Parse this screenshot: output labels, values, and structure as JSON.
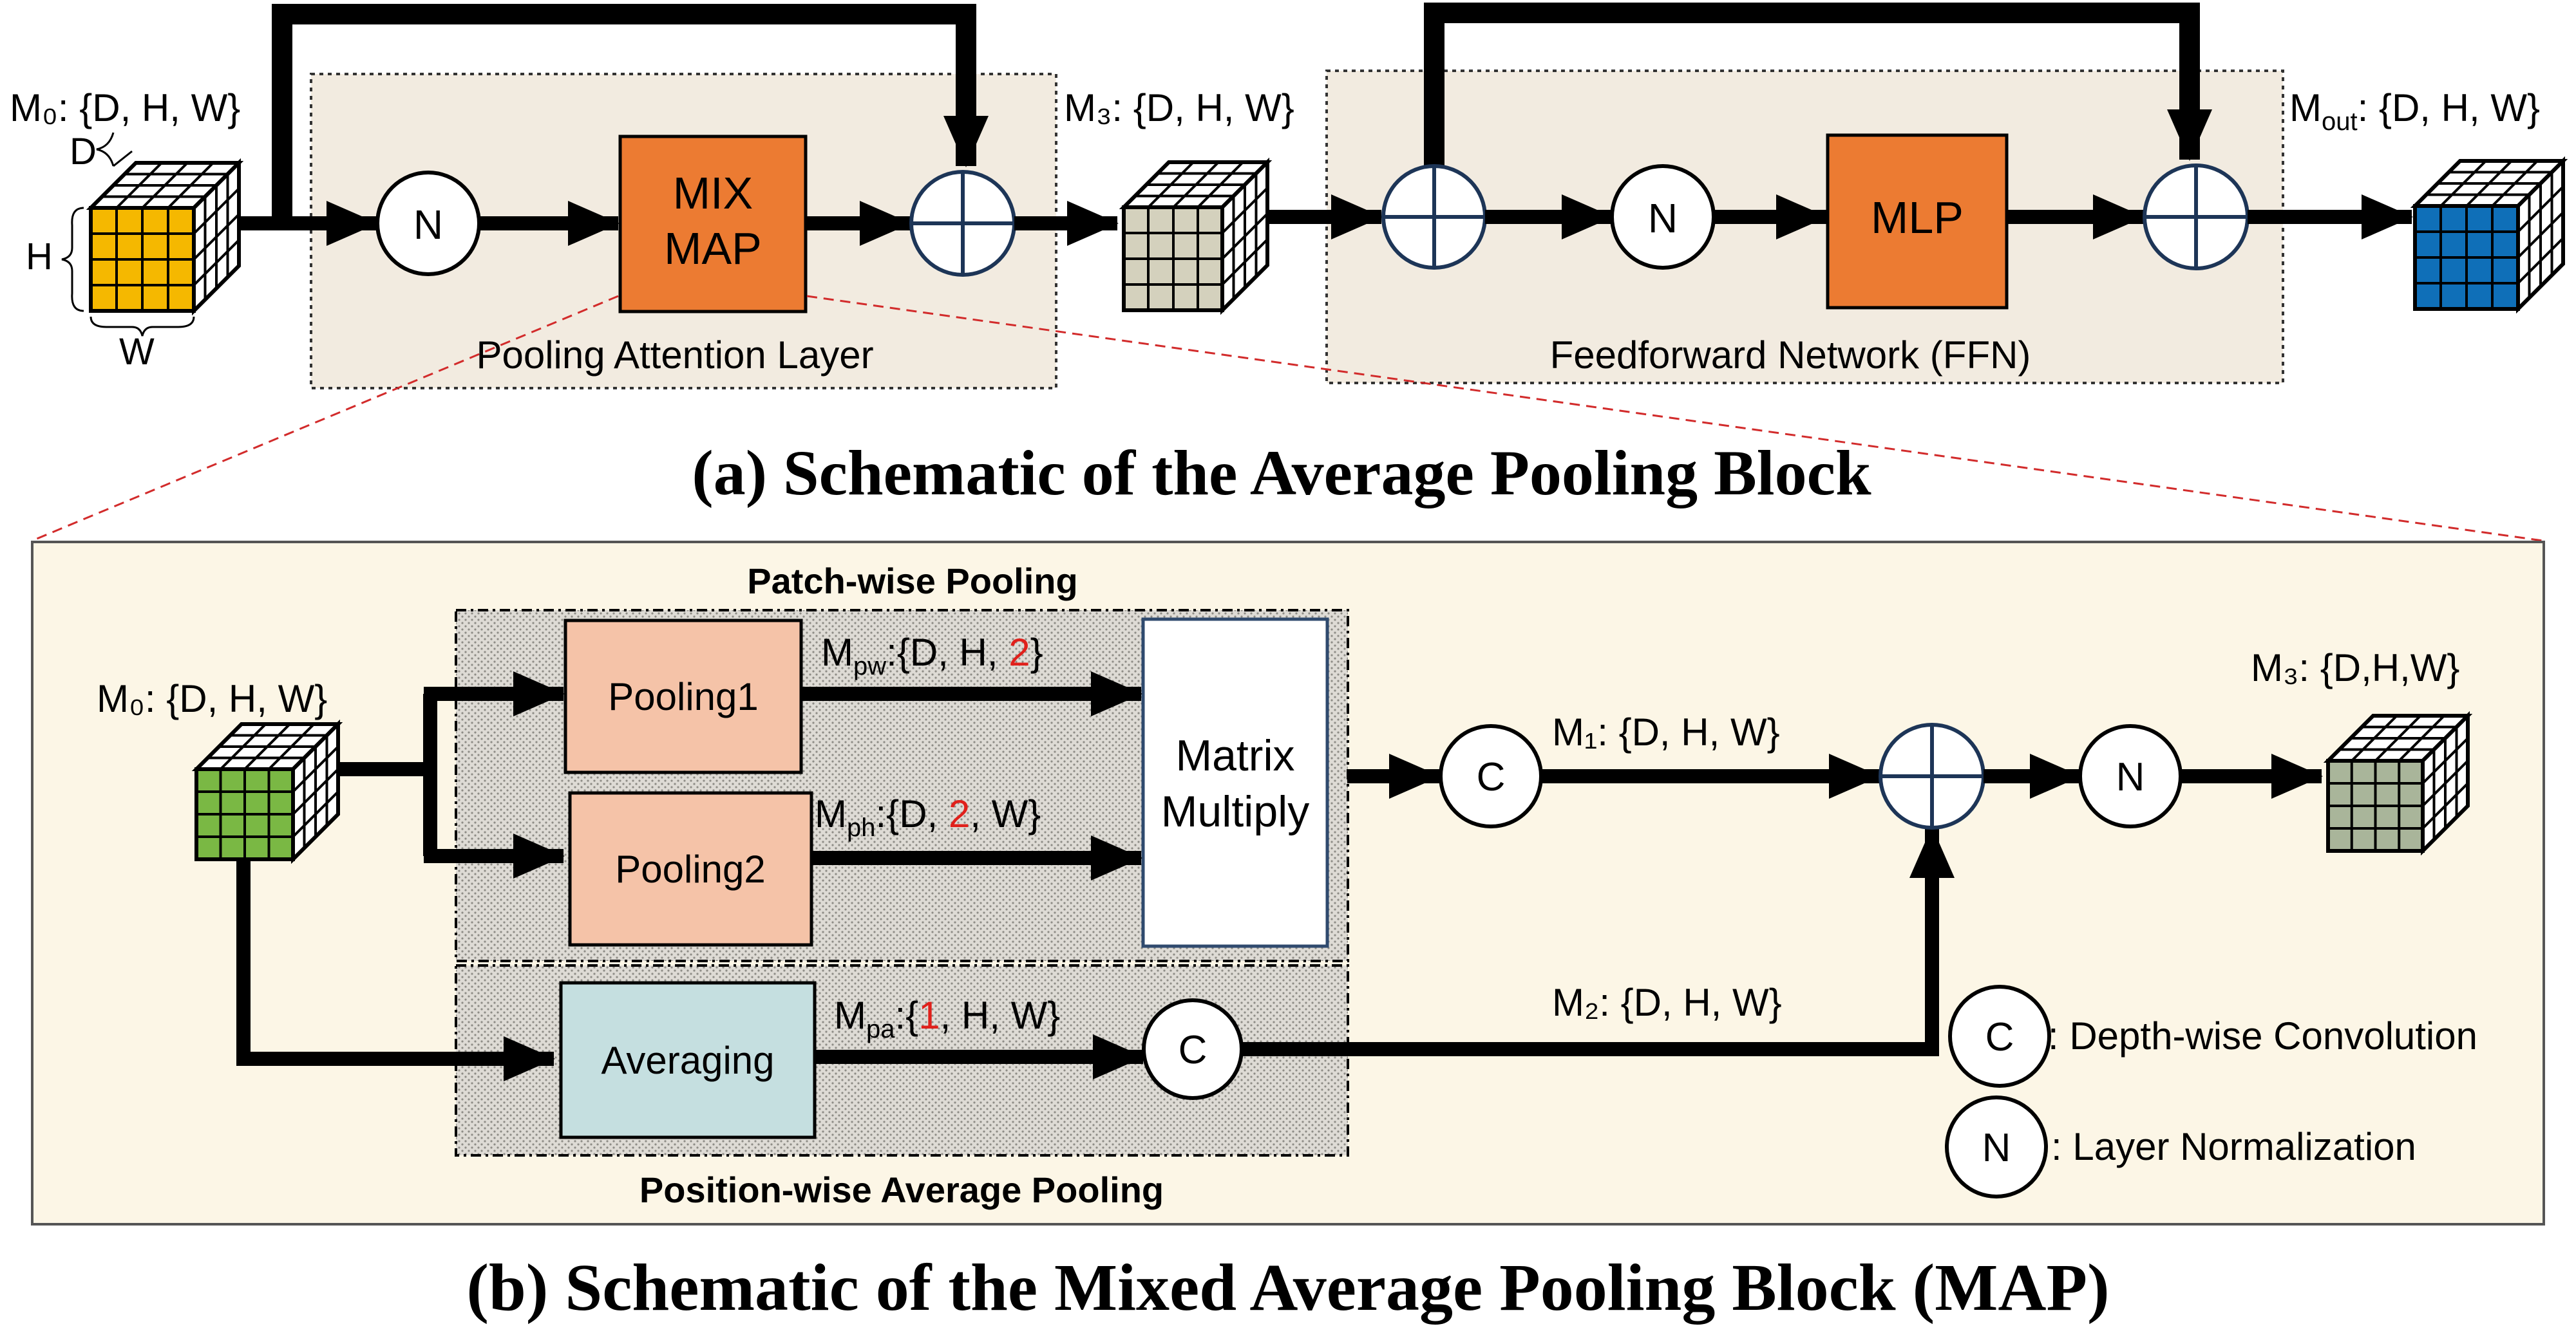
{
  "panel_a": {
    "title": "(a) Schematic of the Average Pooling Block",
    "input_label": "M₀: {D, H, W}",
    "axis_d": "D",
    "axis_h": "H",
    "axis_w": "W",
    "norm_symbol": "N",
    "mixmap_line1": "MIX",
    "mixmap_line2": "MAP",
    "pooling_attention_label": "Pooling Attention Layer",
    "m3_label": "M₃: {D, H, W}",
    "mlp_label": "MLP",
    "ffn_label": "Feedforward Network (FFN)",
    "out_label_prefix": "M",
    "out_label_sub": "out",
    "out_label_suffix": ": {D, H, W}"
  },
  "panel_b": {
    "title": "(b) Schematic of the Mixed Average Pooling Block (MAP)",
    "input_label": "M₀: {D, H, W}",
    "patch_group_label": "Patch-wise Pooling",
    "position_group_label": "Position-wise Average Pooling",
    "pooling1": "Pooling1",
    "pooling2": "Pooling2",
    "averaging": "Averaging",
    "matrix_line1": "Matrix",
    "matrix_line2": "Multiply",
    "mpw": {
      "m": "M",
      "sub": "pw",
      "pre": ":{D, H, ",
      "red": "2",
      "post": "}"
    },
    "mph": {
      "m": "M",
      "sub": "ph",
      "pre": ":{D, ",
      "red": "2",
      "post": ", W}"
    },
    "mpa": {
      "m": "M",
      "sub": "pa",
      "pre": ":{",
      "red": "1",
      "post": ", H, W}"
    },
    "m1_label": "M₁: {D, H, W}",
    "m2_label": "M₂: {D, H, W}",
    "m3_label": "M₃: {D,H,W}",
    "conv_symbol": "C",
    "norm_symbol": "N",
    "legend_conv": ": Depth-wise Convolution",
    "legend_norm": ": Layer Normalization"
  },
  "colors": {
    "panel_a_box": "#f2ebe0",
    "panel_b_bg": "#fcf6e6",
    "orange_block": "#ec7b32",
    "pooling_block": "#f5c3a8",
    "averaging_block": "#c5dfe0",
    "cube_yellow": "#f5b800",
    "cube_beige": "#d4d1bd",
    "cube_blue": "#0f6fb8",
    "cube_green": "#7ab844",
    "cube_olive": "#a9b59a",
    "red_text": "#e0201b",
    "dashed_red": "#d22b2b"
  }
}
